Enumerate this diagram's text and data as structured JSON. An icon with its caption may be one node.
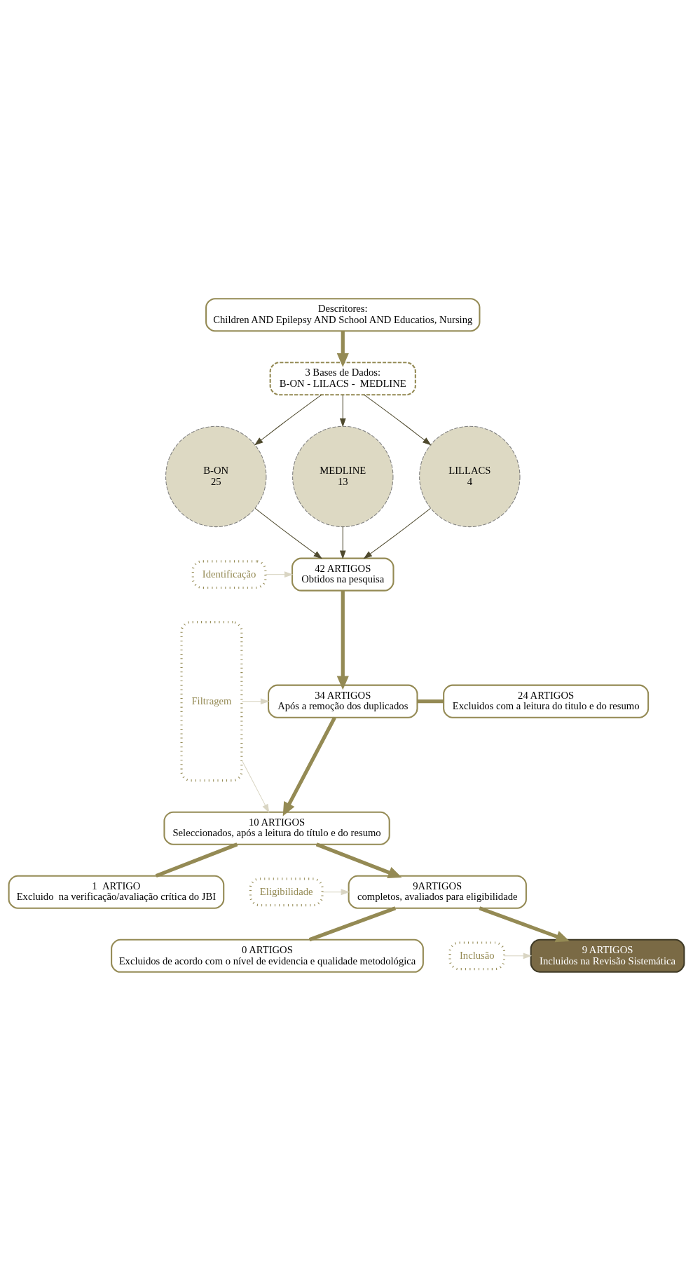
{
  "diagram": {
    "nodes": [
      {
        "text": [
          "Descritores:",
          "Children AND Epilepsy AND School AND Educatios, Nursing"
        ]
      },
      {
        "text": [
          "3 Bases de Dados:",
          "B-ON - LILACS -  MEDLINE"
        ]
      },
      {
        "text": [
          "B-ON",
          "25"
        ]
      },
      {
        "text": [
          "MEDLINE",
          "13"
        ]
      },
      {
        "text": [
          "LILLACS",
          "4"
        ]
      },
      {
        "text": [
          "Identificação"
        ]
      },
      {
        "text": [
          "42 ARTIGOS",
          "Obtidos na pesquisa"
        ]
      },
      {
        "text": [
          "Filtragem"
        ]
      },
      {
        "text": [
          "34 ARTIGOS",
          "Após a remoção dos duplicados"
        ]
      },
      {
        "text": [
          "24 ARTIGOS",
          "Excluidos com a leitura do titulo e do resumo"
        ]
      },
      {
        "text": [
          "10 ARTIGOS",
          "Seleccionados, após a leitura do título e do resumo"
        ]
      },
      {
        "text": [
          "1  ARTIGO",
          "Excluido  na verificação/avaliação crítica do JBI"
        ]
      },
      {
        "text": [
          "Eligibilidade"
        ]
      },
      {
        "text": [
          "9ARTIGOS",
          "completos, avaliados para eligibilidade"
        ]
      },
      {
        "text": [
          "0 ARTIGOS",
          "Excluidos de acordo com o nível de evidencia e qualidade metodológica"
        ]
      },
      {
        "text": [
          "Inclusão"
        ]
      },
      {
        "text": [
          "9 ARTIGOS",
          "Incluidos na Revisão Sistemática"
        ]
      }
    ],
    "edges": [
      {
        "from": 0,
        "to": 1,
        "arrow": "to",
        "style": "thick",
        "color": "#948a54"
      },
      {
        "from": 1,
        "to": 2,
        "arrow": "to"
      },
      {
        "from": 1,
        "to": 3,
        "arrow": "to"
      },
      {
        "from": 1,
        "to": 4,
        "arrow": "to"
      },
      {
        "from": 2,
        "to": 6,
        "arrow": "to",
        "color": "#4f4a2e"
      },
      {
        "from": 3,
        "to": 6,
        "arrow": "to",
        "color": "#4f4a2e"
      },
      {
        "from": 4,
        "to": 6,
        "arrow": "to",
        "color": "#4f4a2e"
      },
      {
        "from": 5,
        "to": 6,
        "arrow": "to",
        "color": "#d9d5c3"
      },
      {
        "from": 6,
        "to": 8,
        "arrow": "to",
        "style": "thick",
        "color": "#948a54"
      },
      {
        "from": 7,
        "to": 8,
        "arrow": "to",
        "color": "#d9d5c3"
      },
      {
        "from": 7,
        "to": 10,
        "arrow": "to",
        "color": "#d9d5c3"
      },
      {
        "from": 8,
        "to": 10,
        "arrow": "to",
        "style": "thick",
        "color": "#948a54"
      },
      {
        "from": 8,
        "to": 9,
        "arrow": "none",
        "style": "thick",
        "color": "#948a54"
      },
      {
        "from": 10,
        "to": 13,
        "arrow": "to",
        "style": "thick",
        "color": "#948a54"
      },
      {
        "from": 10,
        "to": 11,
        "arrow": "none",
        "style": "thick",
        "color": "#948a54"
      },
      {
        "from": 12,
        "to": 13,
        "arrow": "to",
        "color": "#d9d5c3"
      },
      {
        "from": 13,
        "to": 16,
        "arrow": "to",
        "style": "thick",
        "color": "#948a54"
      },
      {
        "from": 13,
        "to": 14,
        "arrow": "none",
        "style": "thick",
        "color": "#948a54"
      },
      {
        "from": 15,
        "to": 16,
        "arrow": "to",
        "color": "#d9d5c3"
      }
    ]
  }
}
